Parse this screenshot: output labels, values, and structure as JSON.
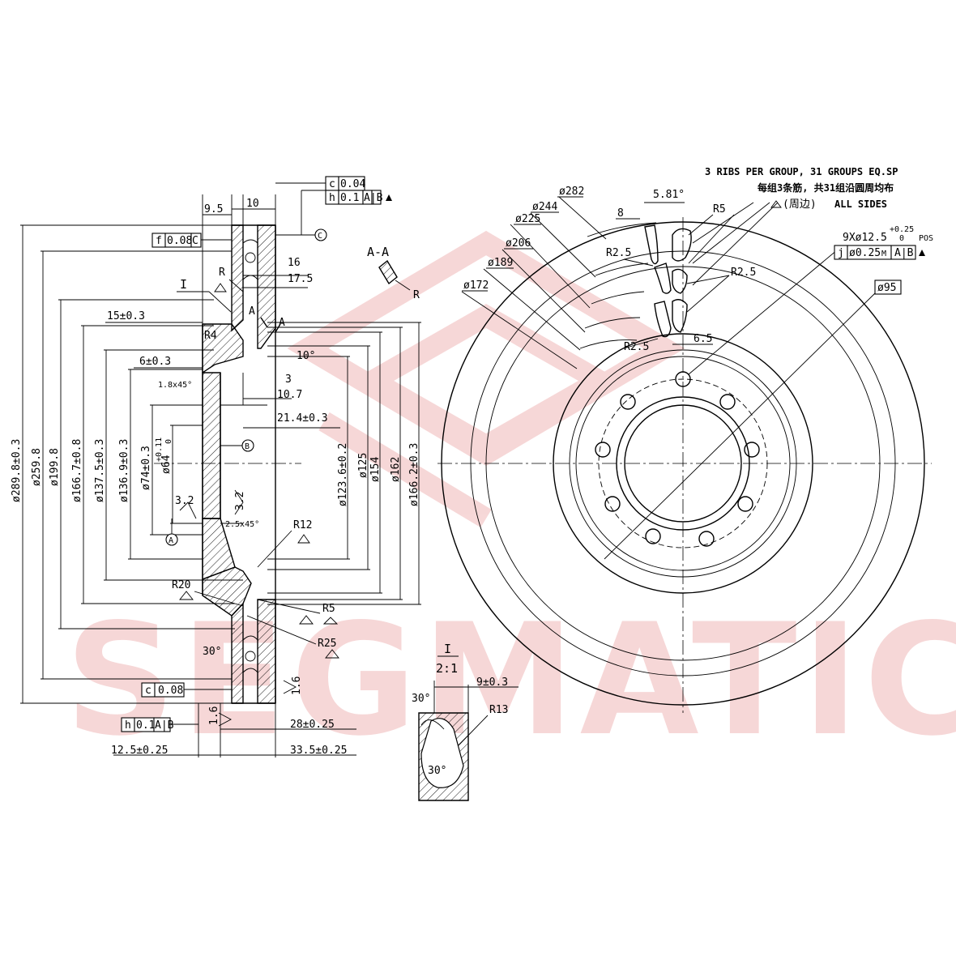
{
  "watermark": {
    "text": "SEGMATIC",
    "color": "#f0b8b8"
  },
  "section_view": {
    "dia_labels": [
      "ø289.8±0.3",
      "ø259.8",
      "ø199.8",
      "ø166.7±0.8",
      "ø137.5±0.3",
      "ø136.9±0.3",
      "ø74±0.3",
      "ø64"
    ],
    "tol_64": "+0.11",
    "tol_64b": "0",
    "right_dia_labels": [
      "ø123.6±0.2",
      "ø125",
      "ø154",
      "ø162",
      "ø166.2±0.3"
    ],
    "dims": {
      "d9_5": "9.5",
      "d10": "10",
      "d16": "16",
      "d17_5": "17.5",
      "d15": "15±0.3",
      "d6": "6±0.3",
      "d10_7": "10.7",
      "d21_4": "21.4±0.3",
      "d3": "3",
      "d10deg": "10°",
      "d1_8": "1.8x45°",
      "d2_5": "2.5x45°",
      "d3_2a": "3.2",
      "d3_2b": "3.2",
      "d28": "28±0.25",
      "d12_5": "12.5±0.25",
      "d33_5": "33.5±0.25",
      "d1_6a": "1.6",
      "d1_6b": "1.6",
      "d30": "30°"
    },
    "radii": {
      "r": "R",
      "r4": "R4",
      "r12": "R12",
      "r20": "R20",
      "r5": "R5",
      "r25": "R25"
    },
    "labels": {
      "I": "I",
      "A1": "A",
      "A2": "A",
      "A3": "A",
      "B": "B",
      "C": "C",
      "R": "R"
    },
    "fcf_top": [
      {
        "sym": "c",
        "tol": "0.04",
        "ref": ""
      },
      {
        "sym": "h",
        "tol": "0.1",
        "ref": "A|B"
      }
    ],
    "fcf_f": {
      "sym": "f",
      "tol": "0.08",
      "ref": "C"
    },
    "fcf_c": {
      "sym": "c",
      "tol": "0.08",
      "ref": ""
    },
    "fcf_h": {
      "sym": "h",
      "tol": "0.1",
      "ref": "A|B"
    }
  },
  "aa": {
    "title": "A-A",
    "r": "R"
  },
  "detail": {
    "title": "I",
    "scale": "2:1",
    "d9": "9±0.3",
    "r13": "R13",
    "a30a": "30°",
    "a30b": "30°"
  },
  "front_view": {
    "notes": {
      "ribs_en": "3 RIBS PER GROUP, 31 GROUPS EQ.SP",
      "ribs_cn": "每组3条筋, 共31组沿圆周均布",
      "all_sides_cn": "(周边)",
      "all_sides_en": "ALL SIDES"
    },
    "dia": [
      "ø282",
      "ø244",
      "ø225",
      "ø206",
      "ø189",
      "ø172",
      "ø95"
    ],
    "dims": {
      "d8": "8",
      "d5_81": "5.81°",
      "r5": "R5",
      "r2_5a": "R2.5",
      "r2_5b": "R2.5",
      "r2_5c": "R2.5",
      "d6_5": "6.5"
    },
    "holes": {
      "text": "9Xø12.5",
      "tol_up": "+0.25",
      "tol_dn": "0",
      "pos": "POS"
    },
    "fcf_j": {
      "sym": "j",
      "tol": "ø0.25",
      "mod": "M",
      "ref": "A|B"
    }
  }
}
